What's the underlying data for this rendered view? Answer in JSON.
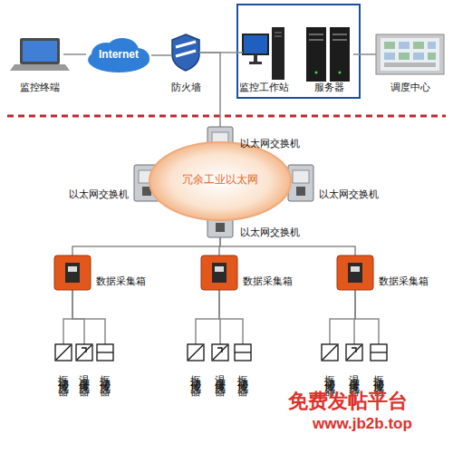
{
  "diagram": {
    "nodes": [
      {
        "text": [
          "监控终端"
        ]
      },
      {
        "text": [
          "Internet"
        ]
      },
      {
        "text": [
          "防火墙"
        ]
      },
      {
        "text": [
          "监控工作站"
        ]
      },
      {
        "text": [
          "服务器"
        ]
      },
      {
        "text": [
          "调度中心"
        ]
      },
      {
        "text": [
          "冗余工业以太网"
        ]
      },
      {
        "text": [
          "以太网交换机"
        ]
      },
      {
        "text": [
          "以太网交换机"
        ]
      },
      {
        "text": [
          "以太网交换机"
        ]
      },
      {
        "text": [
          "以太网交换机"
        ]
      },
      {
        "text": [
          "数据采集箱"
        ]
      },
      {
        "text": [
          "数据采集箱"
        ]
      },
      {
        "text": [
          "数据采集箱"
        ]
      },
      {
        "text": [
          "振动传感器"
        ]
      },
      {
        "text": [
          "温度传感器"
        ]
      },
      {
        "text": [
          "振动传感器"
        ]
      },
      {
        "text": [
          "振动传感器"
        ]
      },
      {
        "text": [
          "温度传感器"
        ]
      },
      {
        "text": [
          "振动传感器"
        ]
      },
      {
        "text": [
          "振动传感器"
        ]
      },
      {
        "text": [
          "温度传感器"
        ]
      },
      {
        "text": [
          "振动传感器"
        ]
      }
    ],
    "edges": [
      {
        "from": 0,
        "to": 1,
        "arrow": "none"
      },
      {
        "from": 1,
        "to": 2,
        "arrow": "none"
      },
      {
        "from": 2,
        "to": 3,
        "arrow": "none"
      },
      {
        "from": 2,
        "to": 7,
        "arrow": "none"
      },
      {
        "from": 4,
        "to": 5,
        "arrow": "none"
      },
      {
        "from": 10,
        "to": 11,
        "arrow": "none"
      },
      {
        "from": 10,
        "to": 12,
        "arrow": "none"
      },
      {
        "from": 10,
        "to": 13,
        "arrow": "none"
      },
      {
        "from": 11,
        "to": 14,
        "arrow": "none"
      },
      {
        "from": 11,
        "to": 15,
        "arrow": "none"
      },
      {
        "from": 11,
        "to": 16,
        "arrow": "none"
      },
      {
        "from": 12,
        "to": 17,
        "arrow": "none"
      },
      {
        "from": 12,
        "to": 18,
        "arrow": "none"
      },
      {
        "from": 12,
        "to": 19,
        "arrow": "none"
      },
      {
        "from": 13,
        "to": 20,
        "arrow": "none"
      },
      {
        "from": 13,
        "to": 21,
        "arrow": "none"
      },
      {
        "from": 13,
        "to": 22,
        "arrow": "none"
      }
    ],
    "labels": [
      "免费发帖平台",
      "www.jb2b.top"
    ]
  }
}
